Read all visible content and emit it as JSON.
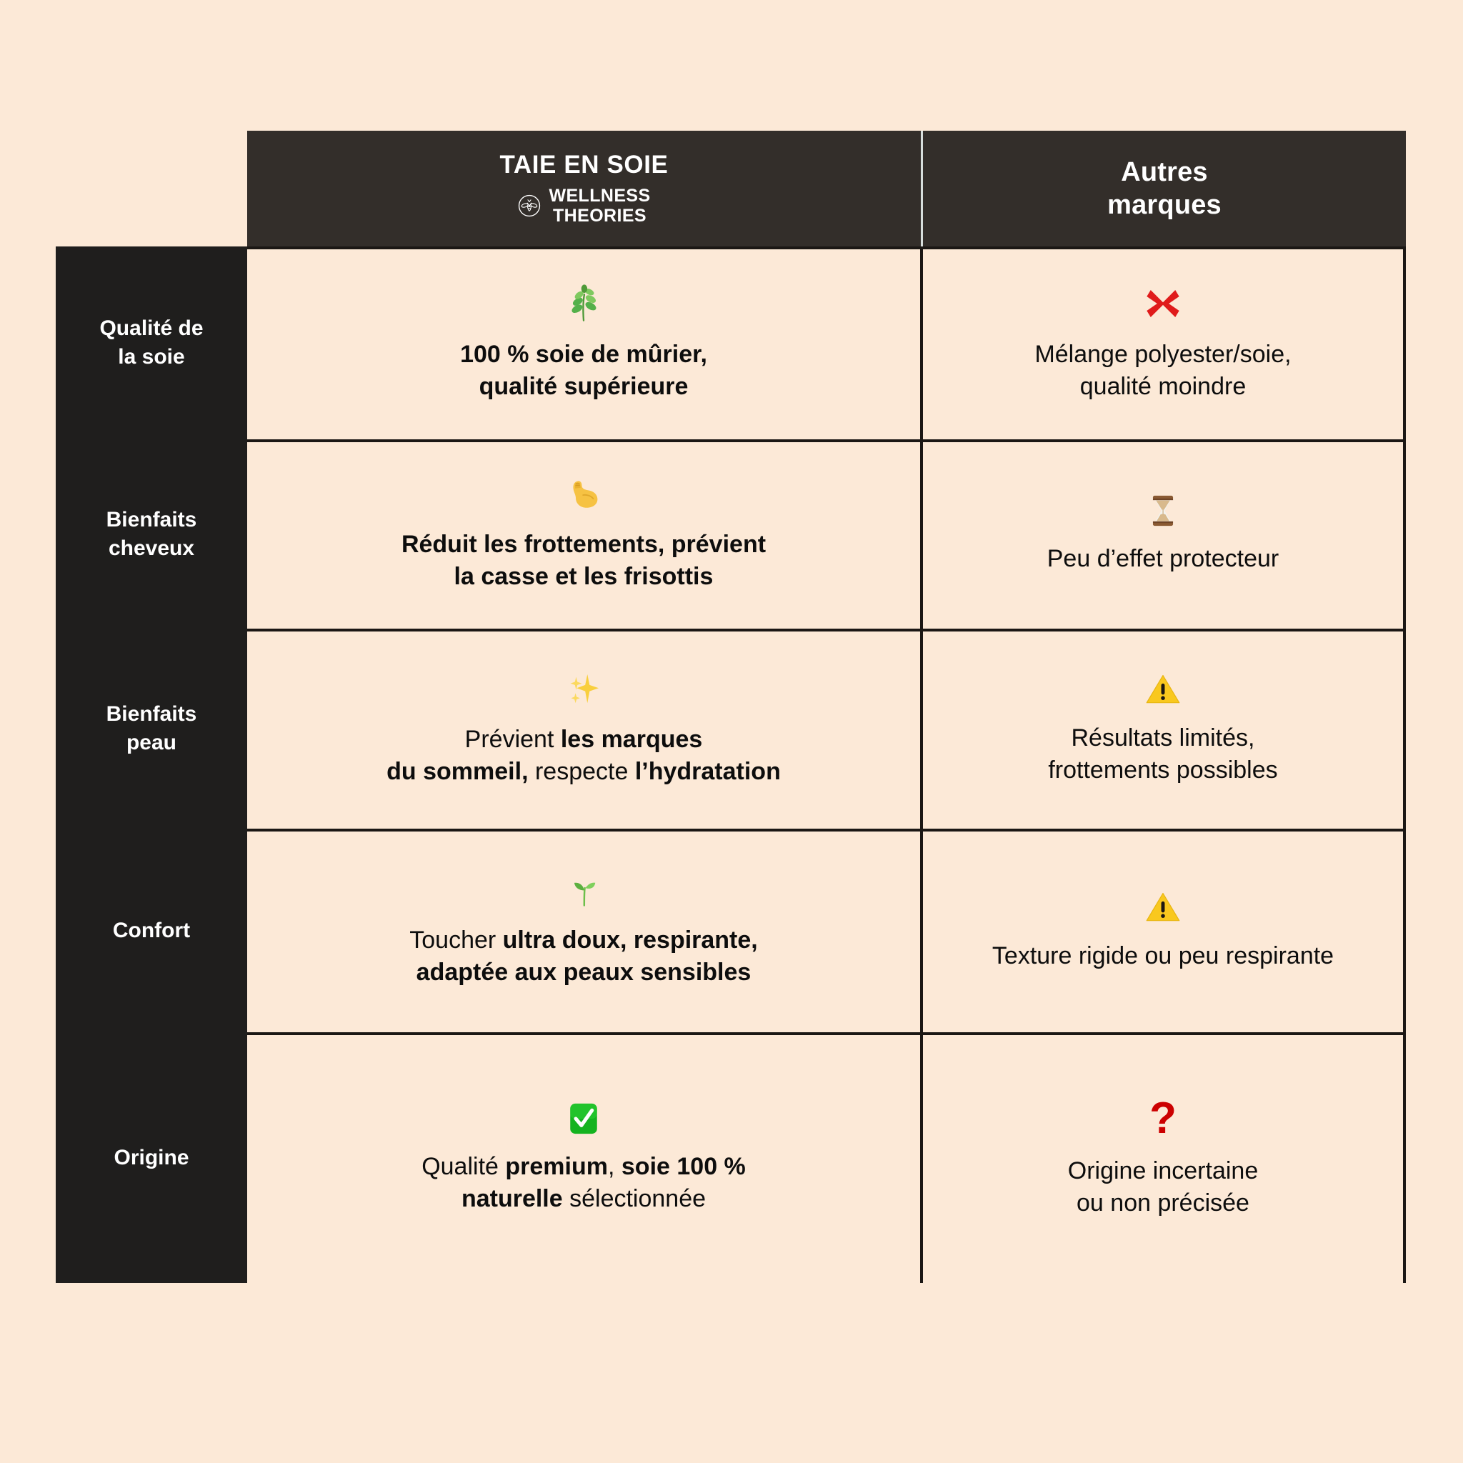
{
  "page": {
    "background_color": "#fce9d7",
    "text_color": "#0d0d0d",
    "header_bg_color": "#332e2a",
    "rowlabel_bg_color": "#1f1e1d",
    "border_color": "#1b1714",
    "accent_red": "#e01b1b"
  },
  "header": {
    "spacer_label": "",
    "ours": {
      "title": "TAIE EN SOIE",
      "brand_icon": "bee-logo-icon",
      "brand_line1": "WELLNESS",
      "brand_line2": "THEORIES"
    },
    "others": {
      "title_line1": "Autres",
      "title_line2": "marques"
    }
  },
  "rows": [
    {
      "label": "Qualité de\nla soie",
      "label_line1": "Qualité de",
      "label_line2": "la soie",
      "ours": {
        "icon": "herb-leaf-icon",
        "icon_glyph": "🌿",
        "text_plain": "100 % soie de mûrier, qualité supérieure",
        "segments": [
          {
            "text": "100 % soie de mûrier,",
            "bold": true
          },
          {
            "text": "qualité supérieure",
            "bold": true
          }
        ]
      },
      "others": {
        "icon": "red-cross-mark-icon",
        "icon_glyph": "❌",
        "text_plain": "Mélange polyester/soie, qualité moindre",
        "line1": "Mélange polyester/soie,",
        "line2": "qualité moindre"
      }
    },
    {
      "label": "Bienfaits\ncheveux",
      "label_line1": "Bienfaits",
      "label_line2": "cheveux",
      "ours": {
        "icon": "flexed-biceps-icon",
        "icon_glyph": "💪",
        "text_plain": "Réduit les frottements, prévient la casse et les frisottis",
        "segments": [
          {
            "text": "Réduit les frottements, prévient",
            "bold": true
          },
          {
            "text": "la casse et les frisottis",
            "bold": true
          }
        ]
      },
      "others": {
        "icon": "hourglass-icon",
        "icon_glyph": "⏳",
        "text_plain": "Peu d’effet protecteur",
        "line1": "Peu d’effet protecteur",
        "line2": ""
      }
    },
    {
      "label": "Bienfaits\npeau",
      "label_line1": "Bienfaits",
      "label_line2": "peau",
      "ours": {
        "icon": "sparkles-icon",
        "icon_glyph": "✨",
        "text_plain": "Prévient les marques du sommeil, respecte l’hydratation",
        "segments": [
          {
            "text": "Prévient ",
            "bold": false
          },
          {
            "text": "les marques",
            "bold": true
          },
          {
            "text": "du sommeil,",
            "bold": true
          },
          {
            "text": " respecte ",
            "bold": false
          },
          {
            "text": "l’hydratation",
            "bold": true
          }
        ]
      },
      "others": {
        "icon": "warning-triangle-icon",
        "icon_glyph": "⚠️",
        "text_plain": "Résultats limités, frottements possibles",
        "line1": "Résultats limités,",
        "line2": "frottements possibles"
      }
    },
    {
      "label": "Confort",
      "label_line1": "Confort",
      "label_line2": "",
      "ours": {
        "icon": "seedling-icon",
        "icon_glyph": "🌱",
        "text_plain": "Toucher ultra doux, respirante, adaptée aux peaux sensibles",
        "segments": [
          {
            "text": "Toucher ",
            "bold": false
          },
          {
            "text": "ultra doux, respirante,",
            "bold": true
          },
          {
            "text": "adaptée aux peaux sensibles",
            "bold": true
          }
        ]
      },
      "others": {
        "icon": "warning-triangle-icon",
        "icon_glyph": "⚠️",
        "text_plain": "Texture rigide ou peu respirante",
        "line1": "Texture rigide ou peu respirante",
        "line2": ""
      }
    },
    {
      "label": "Origine",
      "label_line1": "Origine",
      "label_line2": "",
      "ours": {
        "icon": "green-check-mark-icon",
        "icon_glyph": "✅",
        "text_plain": "Qualité premium, soie 100 % naturelle sélectionnée",
        "segments": [
          {
            "text": "Qualité ",
            "bold": false
          },
          {
            "text": "premium",
            "bold": true
          },
          {
            "text": ", ",
            "bold": false
          },
          {
            "text": "soie 100 %",
            "bold": true
          },
          {
            "text": "naturelle",
            "bold": true
          },
          {
            "text": " sélectionnée",
            "bold": false
          }
        ]
      },
      "others": {
        "icon": "red-question-mark-icon",
        "icon_glyph": "?",
        "text_plain": "Origine incertaine ou non précisée",
        "line1": "Origine incertaine",
        "line2": "ou non précisée"
      }
    }
  ]
}
